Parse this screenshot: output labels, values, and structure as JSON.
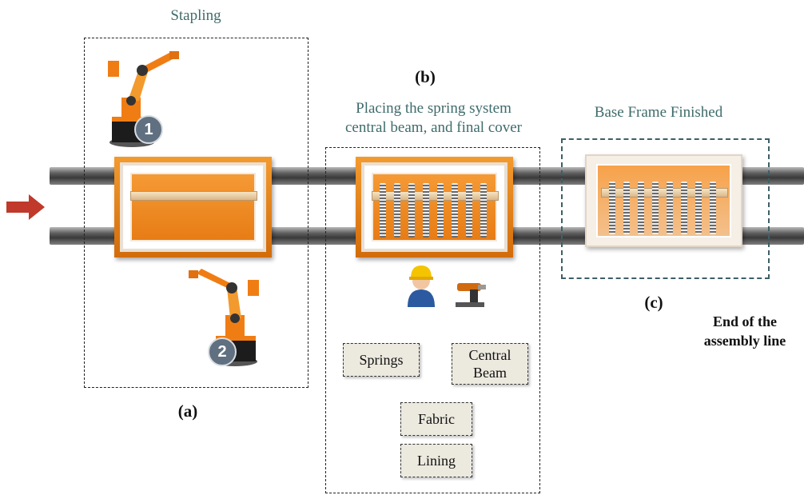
{
  "stages": {
    "stapling_title": "Stapling",
    "b_label": "(b)",
    "b_title_line1": "Placing the spring system",
    "b_title_line2": "central beam, and final cover",
    "c_title": "Base Frame Finished",
    "a_label": "(a)",
    "c_label": "(c)",
    "end_line1": "End of the",
    "end_line2": "assembly line"
  },
  "robots": [
    {
      "badge": "1"
    },
    {
      "badge": "2"
    }
  ],
  "materials": {
    "springs": "Springs",
    "central_beam_line1": "Central",
    "central_beam_line2": "Beam",
    "fabric": "Fabric",
    "lining": "Lining"
  },
  "colors": {
    "frame_orange": "#e8801a",
    "robot_orange": "#f07d14",
    "arrow_red": "#c0392b",
    "teal": "#3f6b6b"
  }
}
